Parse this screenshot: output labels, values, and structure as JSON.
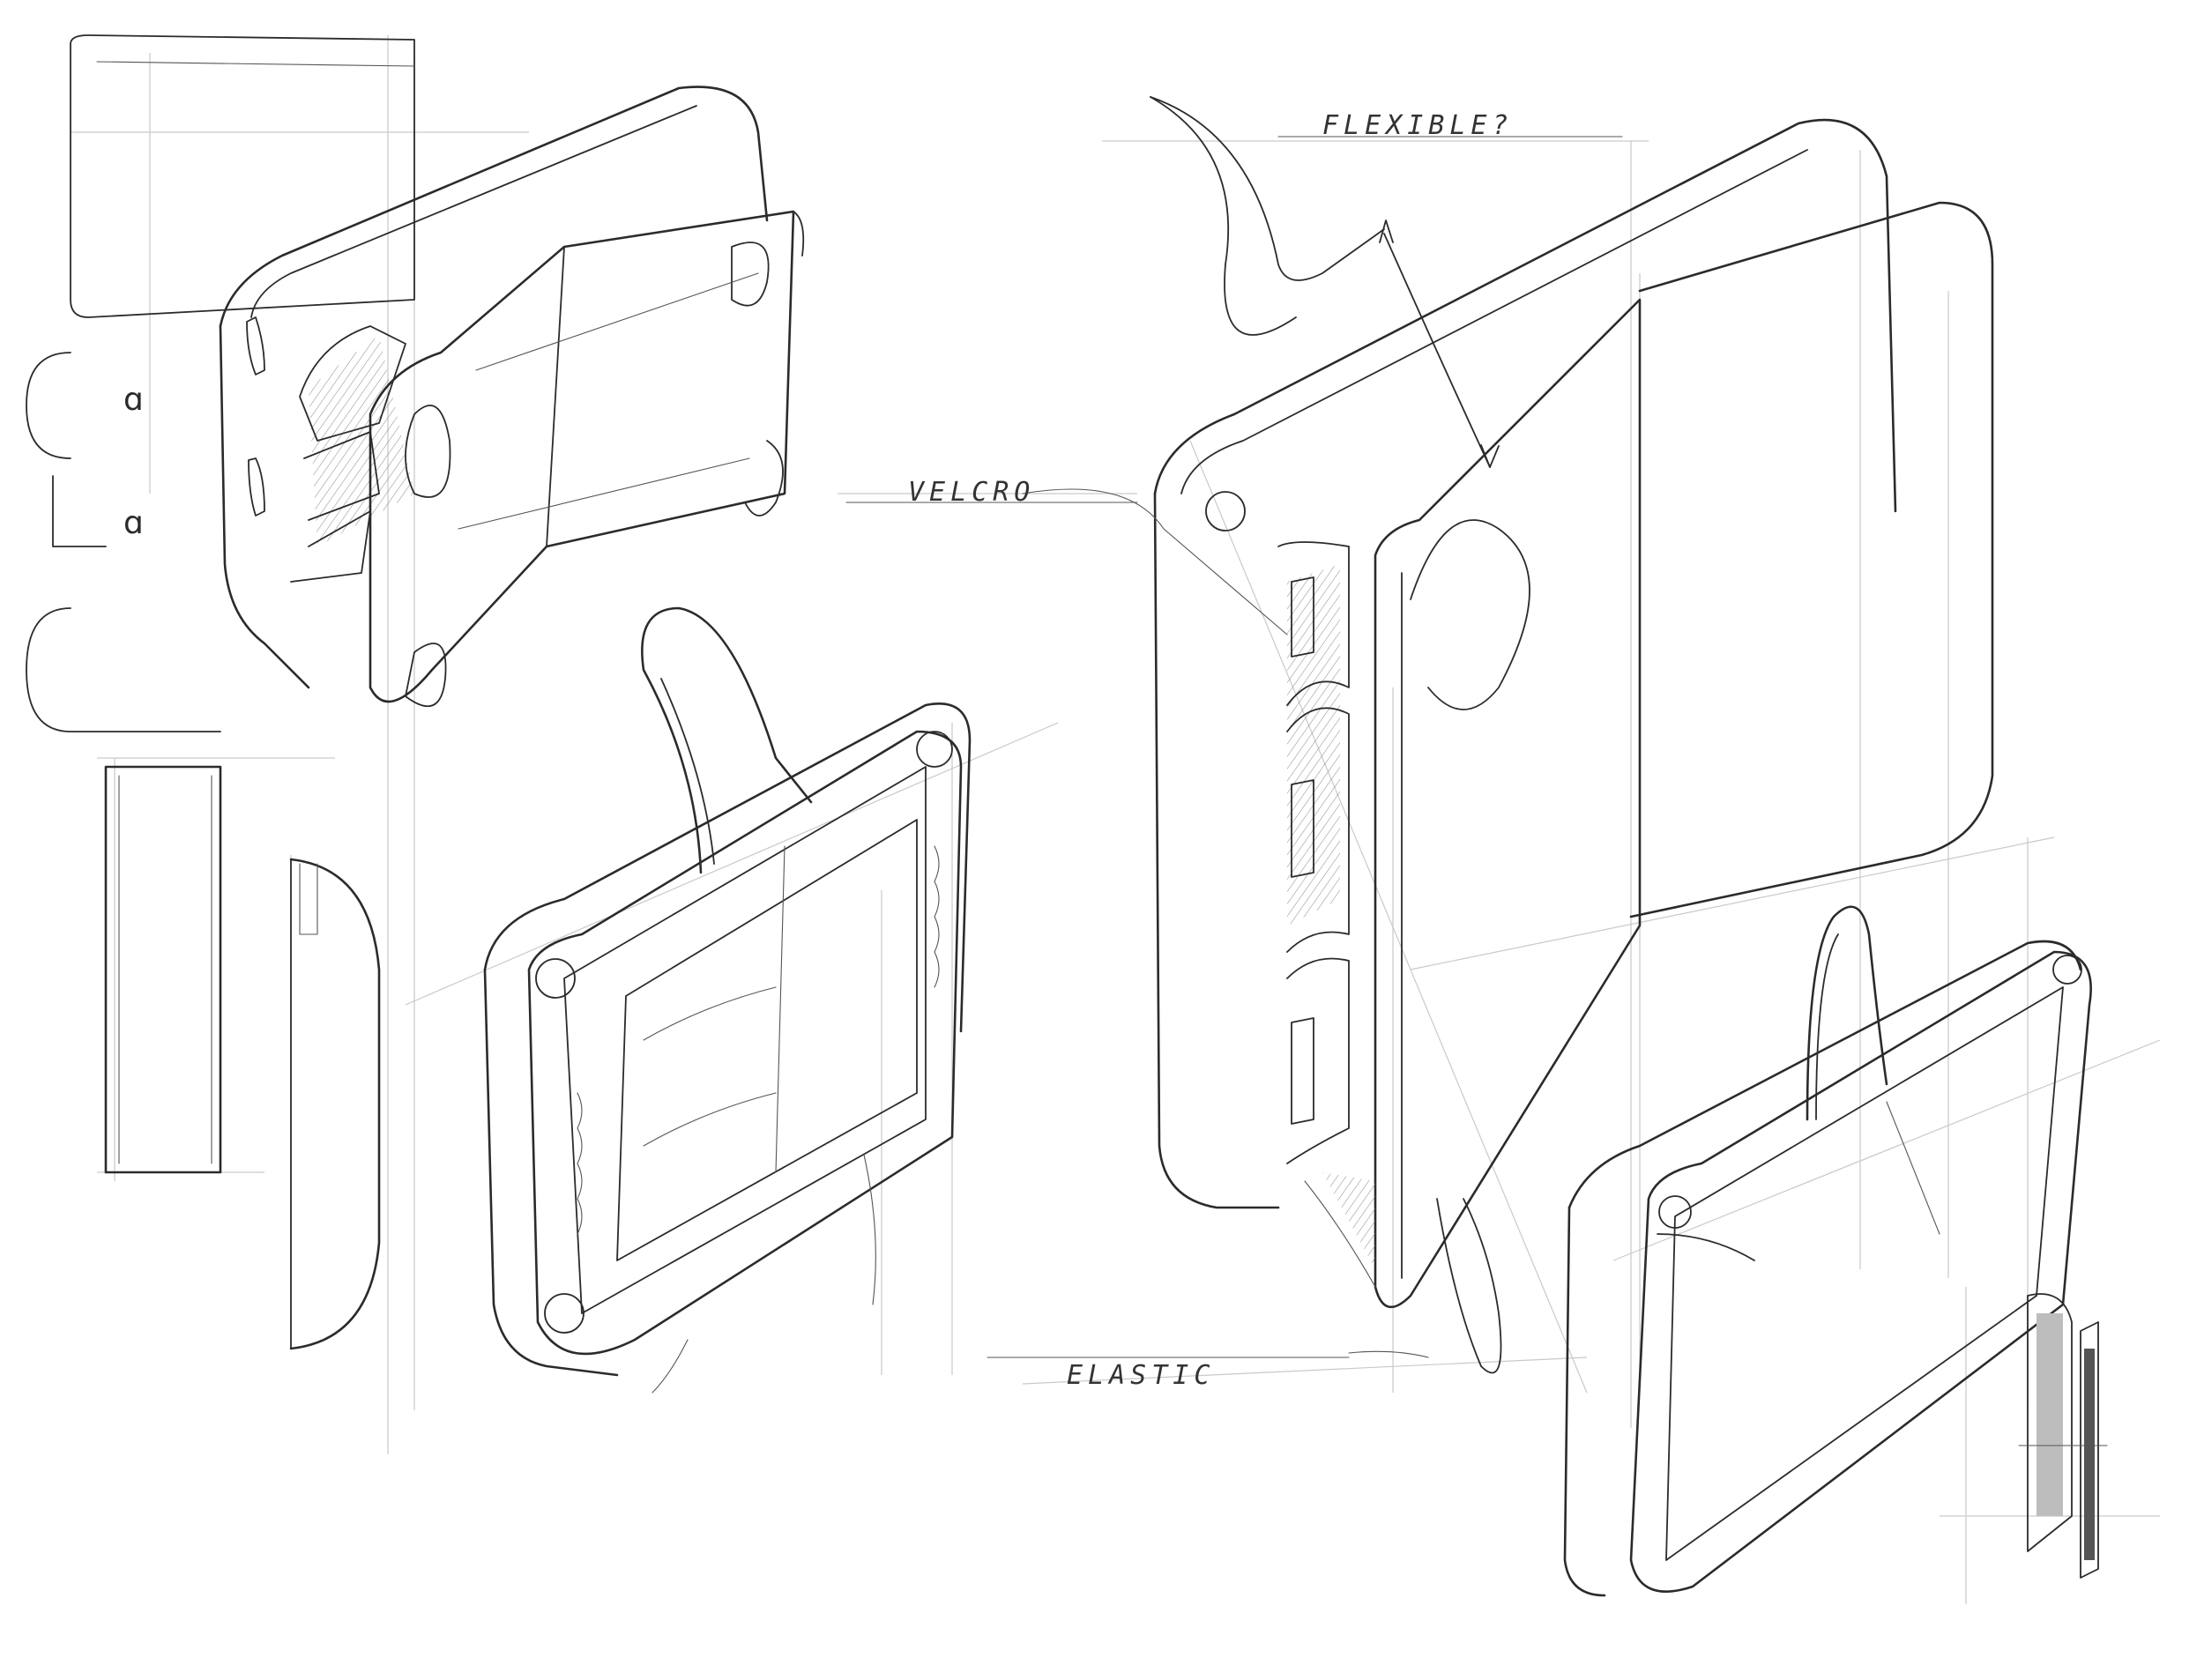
{
  "annotations": {
    "flexible": "FLEXIBLE?",
    "velcro": "VELCRO",
    "elastic": "ELASTIC"
  },
  "colors": {
    "ink": "#2b2b2b",
    "guide": "#c9c9c9",
    "paper": "#ffffff",
    "shade": "#bdbdbd"
  }
}
